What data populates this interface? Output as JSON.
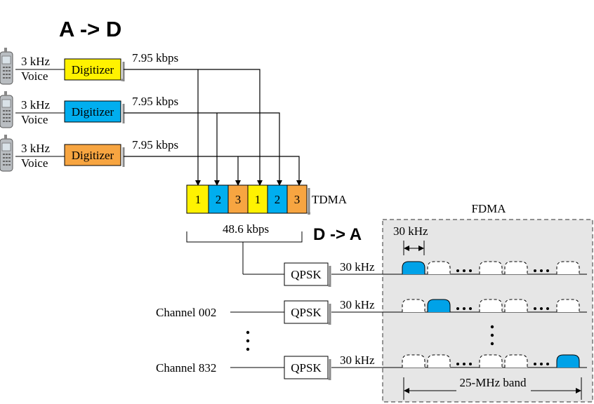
{
  "headings": {
    "a_to_d": "A -> D",
    "d_to_a": "D -> A"
  },
  "sources": [
    {
      "freq": "3 kHz",
      "type": "Voice",
      "digitizer": "Digitizer",
      "rate": "7.95 kbps",
      "color": "#fff200"
    },
    {
      "freq": "3 kHz",
      "type": "Voice",
      "digitizer": "Digitizer",
      "rate": "7.95 kbps",
      "color": "#00aeef"
    },
    {
      "freq": "3 kHz",
      "type": "Voice",
      "digitizer": "Digitizer",
      "rate": "7.95 kbps",
      "color": "#f7a541"
    }
  ],
  "tdma": {
    "label": "TDMA",
    "slots": [
      "1",
      "2",
      "3",
      "1",
      "2",
      "3"
    ],
    "rate": "48.6 kbps"
  },
  "channels": [
    {
      "name": "",
      "modulator": "QPSK",
      "bandwidth": "30 kHz"
    },
    {
      "name": "Channel 002",
      "modulator": "QPSK",
      "bandwidth": "30 kHz"
    },
    {
      "name": "Channel 832",
      "modulator": "QPSK",
      "bandwidth": "30 kHz"
    }
  ],
  "fdma": {
    "label": "FDMA",
    "channel_width": "30 kHz",
    "band": "25-MHz band",
    "active_color": "#00a2e8",
    "panel_color": "#e6e6e6"
  }
}
